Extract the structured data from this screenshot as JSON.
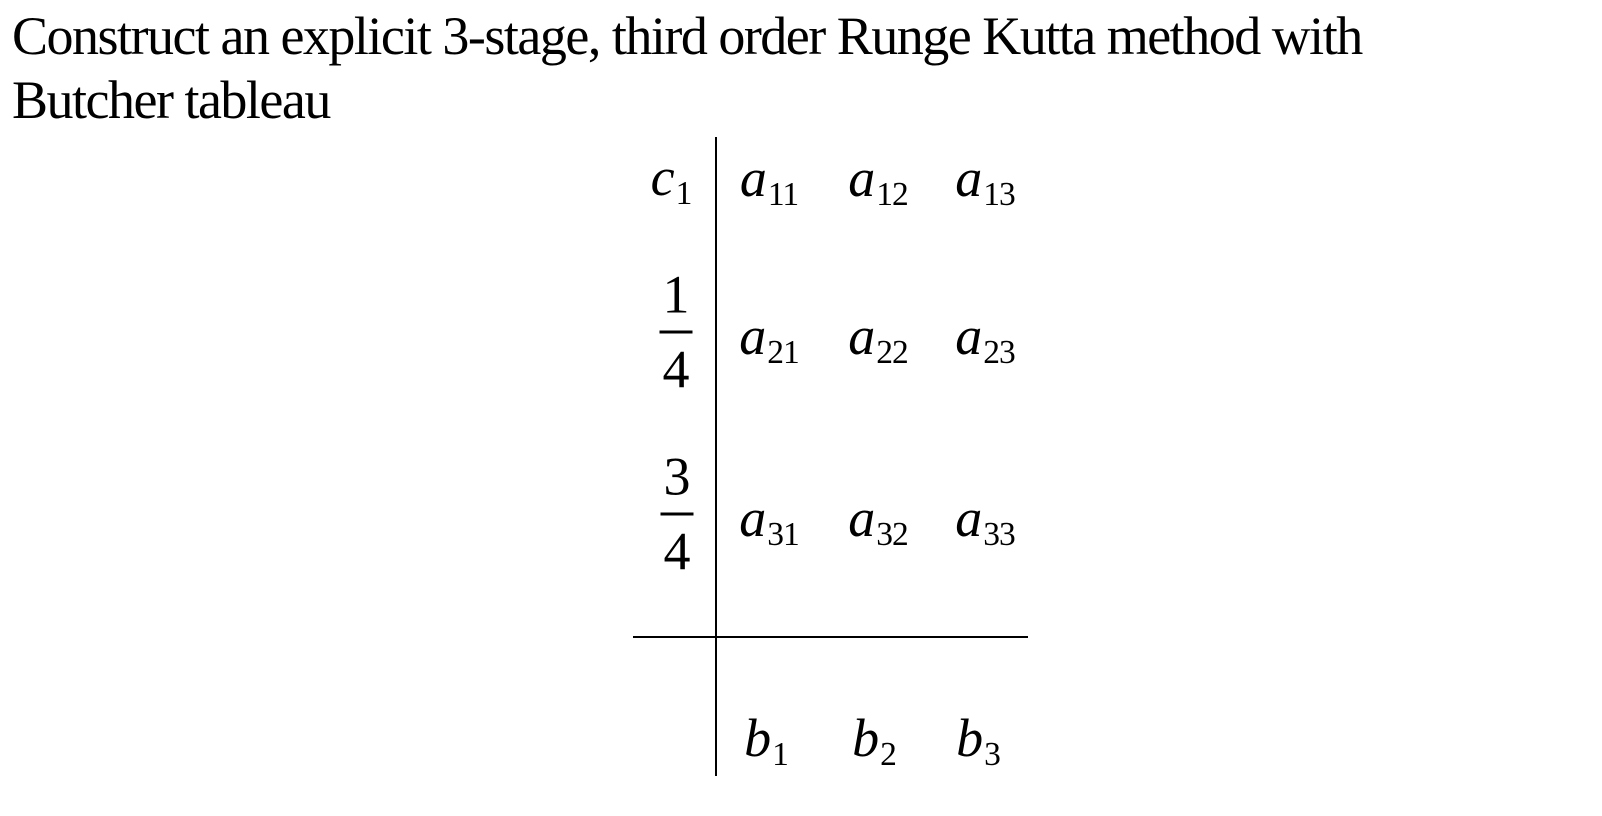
{
  "colors": {
    "text": "#000000",
    "background": "#ffffff"
  },
  "title": {
    "line1": "Construct an explicit 3-stage, third order Runge Kutta method with",
    "line2": "Butcher tableau"
  },
  "tableau": {
    "rows": [
      {
        "c_base": "c",
        "c_sub": "1",
        "a": [
          {
            "base": "a",
            "sub": "11"
          },
          {
            "base": "a",
            "sub": "12"
          },
          {
            "base": "a",
            "sub": "13"
          }
        ]
      },
      {
        "c_num": "1",
        "c_den": "4",
        "a": [
          {
            "base": "a",
            "sub": "21"
          },
          {
            "base": "a",
            "sub": "22"
          },
          {
            "base": "a",
            "sub": "23"
          }
        ]
      },
      {
        "c_num": "3",
        "c_den": "4",
        "a": [
          {
            "base": "a",
            "sub": "31"
          },
          {
            "base": "a",
            "sub": "32"
          },
          {
            "base": "a",
            "sub": "33"
          }
        ]
      }
    ],
    "b_row": [
      {
        "base": "b",
        "sub": "1"
      },
      {
        "base": "b",
        "sub": "2"
      },
      {
        "base": "b",
        "sub": "3"
      }
    ]
  }
}
